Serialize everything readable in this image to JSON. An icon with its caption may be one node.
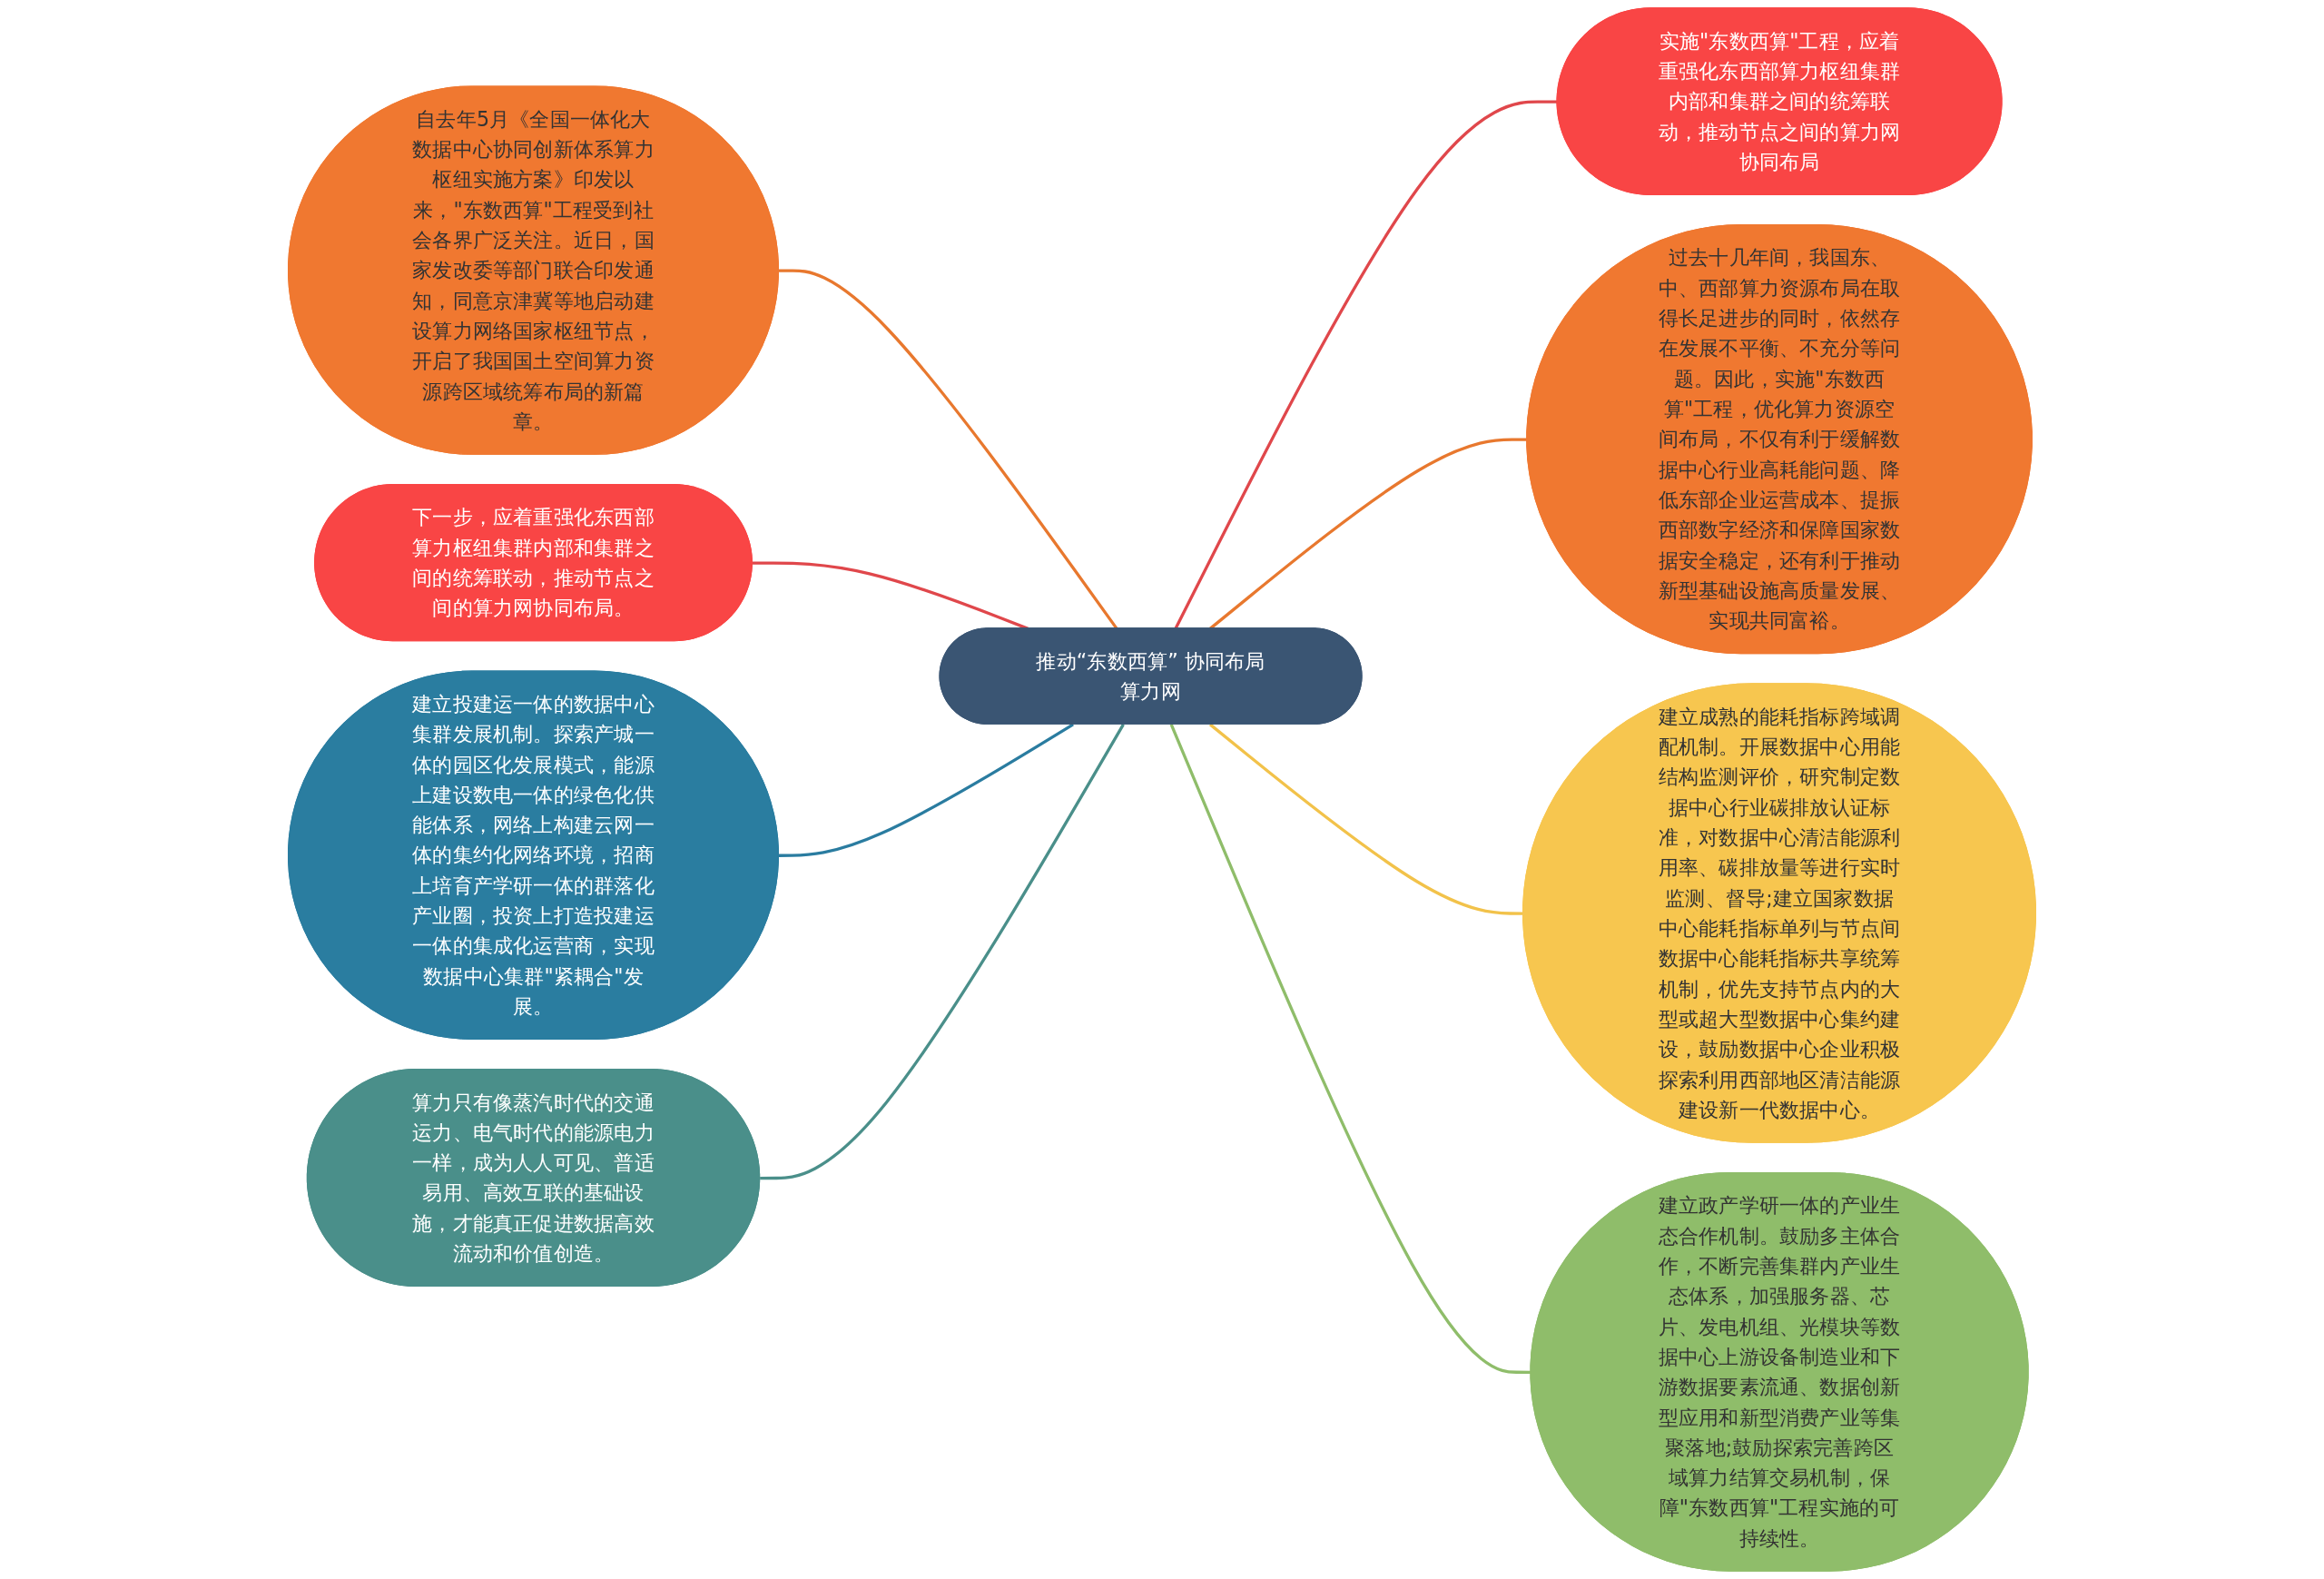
{
  "diagram": {
    "nodes": [
      {
        "text": [
          "推动“东数西算” 协同布局算力网"
        ]
      },
      {
        "text": [
          "自去年5月《全国一体化大数据中心协同创新体系算力枢纽实施方案》印发以来，\"东数西算\"工程受到社会各界广泛关注。近日，国家发改委等部门联合印发通知，同意京津冀等地启动建设算力网络国家枢纽节点，开启了我国国土空间算力资源跨区域统筹布局的新篇章。"
        ]
      },
      {
        "text": [
          "下一步，应着重强化东西部算力枢纽集群内部和集群之间的统筹联动，推动节点之间的算力网协同布局。"
        ]
      },
      {
        "text": [
          "建立投建运一体的数据中心集群发展机制。探索产城一体的园区化发展模式，能源上建设数电一体的绿色化供能体系，网络上构建云网一体的集约化网络环境，招商上培育产学研一体的群落化产业圈，投资上打造投建运一体的集成化运营商，实现数据中心集群\"紧耦合\"发展。"
        ]
      },
      {
        "text": [
          "算力只有像蒸汽时代的交通运力、电气时代的能源电力一样，成为人人可见、普适易用、高效互联的基础设施，才能真正促进数据高效流动和价值创造。"
        ]
      },
      {
        "text": [
          "实施\"东数西算\"工程，应着重强化东西部算力枢纽集群内部和集群之间的统筹联动，推动节点之间的算力网协同布局"
        ]
      },
      {
        "text": [
          "过去十几年间，我国东、中、西部算力资源布局在取得长足进步的同时，依然存在发展不平衡、不充分等问题。因此，实施\"东数西算\"工程，优化算力资源空间布局，不仅有利于缓解数据中心行业高耗能问题、降低东部企业运营成本、提振西部数字经济和保障国家数据安全稳定，还有利于推动新型基础设施高质量发展、实现共同富裕。"
        ]
      },
      {
        "text": [
          "建立成熟的能耗指标跨域调配机制。开展数据中心用能结构监测评价，研究制定数据中心行业碳排放认证标准，对数据中心清洁能源利用率、碳排放量等进行实时监测、督导;建立国家数据中心能耗指标单列与节点间数据中心能耗指标共享统筹机制，优先支持节点内的大型或超大型数据中心集约建设，鼓励数据中心企业积极探索利用西部地区清洁能源建设新一代数据中心。"
        ]
      },
      {
        "text": [
          "建立政产学研一体的产业生态合作机制。鼓励多主体合作，不断完善集群内产业生态体系，加强服务器、芯片、发电机组、光模块等数据中心上游设备制造业和下游数据要素流通、数据创新型应用和新型消费产业等集聚落地;鼓励探索完善跨区域算力结算交易机制，保障\"东数西算\"工程实施的可持续性。"
        ]
      }
    ],
    "edges": [
      {
        "from": 0,
        "to": 1,
        "arrow": "none",
        "color": "#e8782e"
      },
      {
        "from": 0,
        "to": 2,
        "arrow": "none",
        "color": "#e0474b"
      },
      {
        "from": 0,
        "to": 3,
        "arrow": "none",
        "color": "#2a7ca0"
      },
      {
        "from": 0,
        "to": 4,
        "arrow": "none",
        "color": "#4a8f8a"
      },
      {
        "from": 0,
        "to": 5,
        "arrow": "none",
        "color": "#e0474b"
      },
      {
        "from": 0,
        "to": 6,
        "arrow": "none",
        "color": "#e8782e"
      },
      {
        "from": 0,
        "to": 7,
        "arrow": "none",
        "color": "#f2c24a"
      },
      {
        "from": 0,
        "to": 8,
        "arrow": "none",
        "color": "#8fbd6a"
      }
    ]
  }
}
